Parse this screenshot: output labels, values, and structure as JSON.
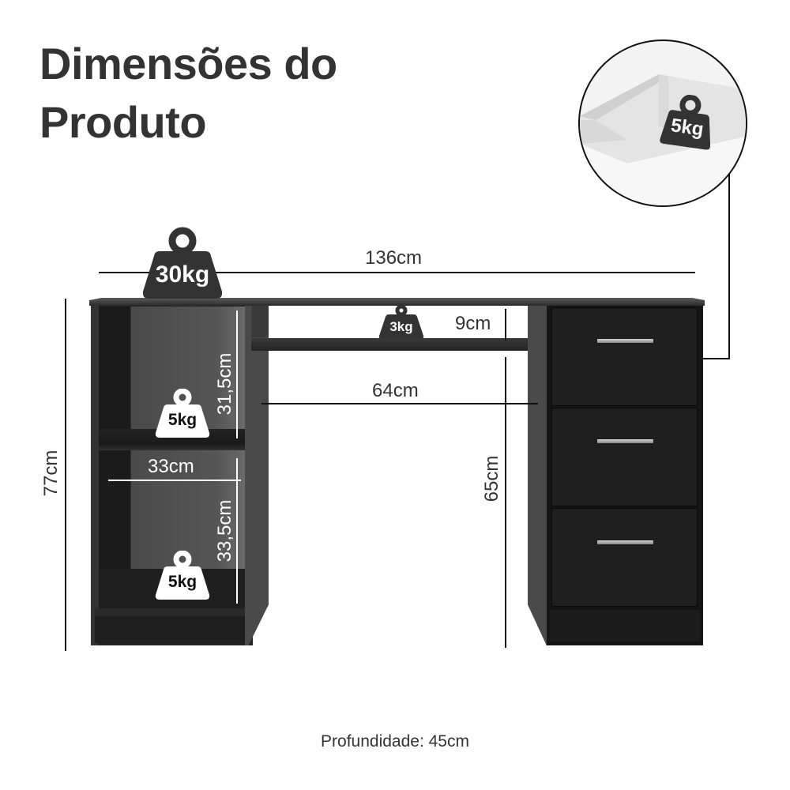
{
  "title": {
    "line1": "Dimensões do",
    "line2": "Produto"
  },
  "dimensions": {
    "total_width": "136cm",
    "total_height": "77cm",
    "shelf_gap": "9cm",
    "knee_width": "64cm",
    "knee_height": "65cm",
    "niche_upper_height": "31,5cm",
    "niche_width": "33cm",
    "niche_lower_height": "33,5cm"
  },
  "weights": {
    "top": "30kg",
    "shelf": "3kg",
    "niche_upper": "5kg",
    "niche_lower": "5kg",
    "drawer": "5kg"
  },
  "footer": {
    "depth": "Profundidade: 45cm"
  },
  "colors": {
    "text": "#333333",
    "furniture": "#1c1c1c",
    "furniture_side": "#4a4a4a",
    "weight_dark": "#333333",
    "weight_light": "#ffffff"
  },
  "icons": {
    "weight": "kettlebell-weight-icon"
  }
}
